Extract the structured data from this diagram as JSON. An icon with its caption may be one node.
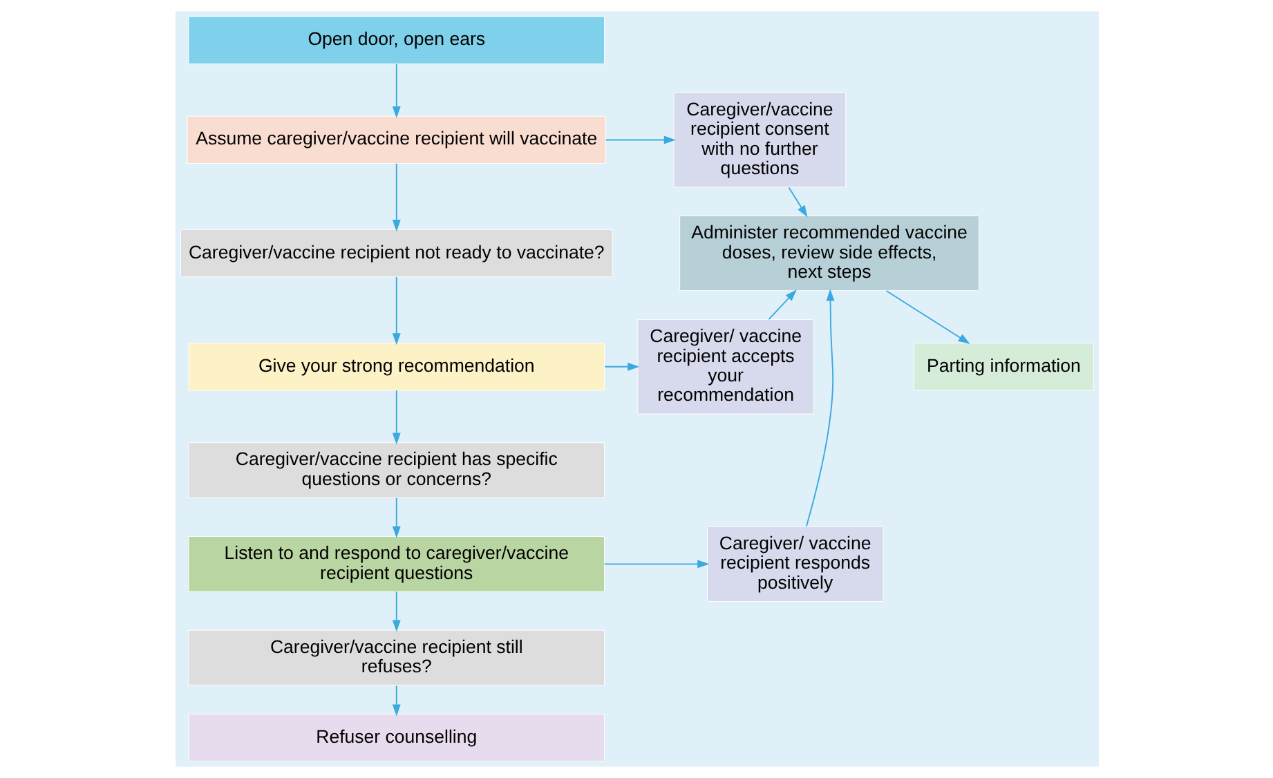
{
  "diagram": {
    "nodes": [
      {
        "text": [
          "Open door, open ears"
        ]
      },
      {
        "text": [
          "Assume caregiver/vaccine recipient will vaccinate"
        ]
      },
      {
        "text": [
          "Caregiver/vaccine recipient not ready to vaccinate?"
        ]
      },
      {
        "text": [
          "Give your strong recommendation"
        ]
      },
      {
        "text": [
          "Caregiver/vaccine recipient has specific questions or concerns?"
        ]
      },
      {
        "text": [
          "Listen to and respond to caregiver/vaccine recipient questions"
        ]
      },
      {
        "text": [
          "Caregiver/vaccine recipient still refuses?"
        ]
      },
      {
        "text": [
          "Refuser counselling"
        ]
      },
      {
        "text": [
          "Caregiver/vaccine recipient consent with no further questions"
        ]
      },
      {
        "text": [
          "Caregiver/ vaccine recipient accepts your recommendation"
        ]
      },
      {
        "text": [
          "Caregiver/ vaccine recipient responds positively"
        ]
      },
      {
        "text": [
          "Administer recommended vaccine doses, review side effects, next steps"
        ]
      },
      {
        "text": [
          "Parting information"
        ]
      }
    ],
    "edges": [
      {
        "from": 0,
        "to": 1,
        "arrow": "to"
      },
      {
        "from": 1,
        "to": 2,
        "arrow": "to"
      },
      {
        "from": 2,
        "to": 3,
        "arrow": "to"
      },
      {
        "from": 3,
        "to": 4,
        "arrow": "to"
      },
      {
        "from": 4,
        "to": 5,
        "arrow": "to"
      },
      {
        "from": 5,
        "to": 6,
        "arrow": "to"
      },
      {
        "from": 6,
        "to": 7,
        "arrow": "to"
      },
      {
        "from": 1,
        "to": 8,
        "arrow": "to"
      },
      {
        "from": 3,
        "to": 9,
        "arrow": "to"
      },
      {
        "from": 5,
        "to": 10,
        "arrow": "to"
      },
      {
        "from": 8,
        "to": 11,
        "arrow": "to"
      },
      {
        "from": 9,
        "to": 11,
        "arrow": "to"
      },
      {
        "from": 10,
        "to": 11,
        "arrow": "to"
      },
      {
        "from": 11,
        "to": 12,
        "arrow": "to"
      }
    ]
  }
}
